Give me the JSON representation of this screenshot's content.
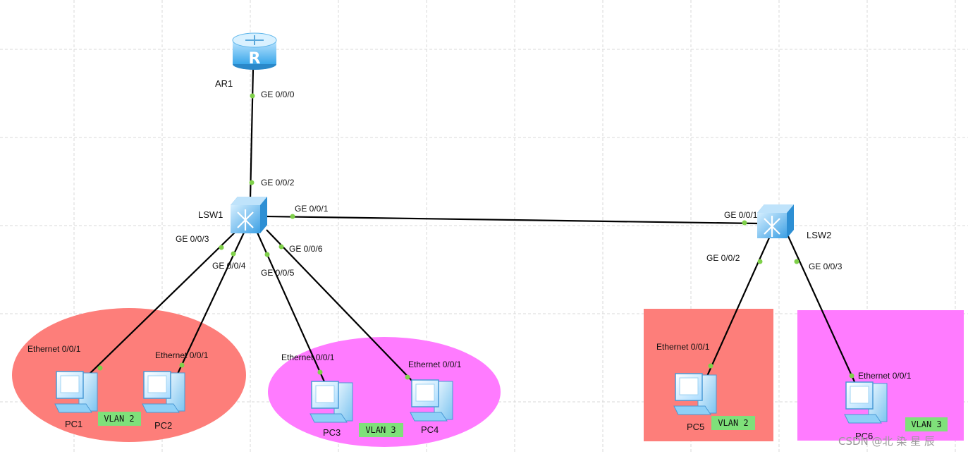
{
  "devices": {
    "ar1": "AR1",
    "lsw1": "LSW1",
    "lsw2": "LSW2",
    "pc1": "PC1",
    "pc2": "PC2",
    "pc3": "PC3",
    "pc4": "PC4",
    "pc5": "PC5",
    "pc6": "PC6"
  },
  "ports": {
    "ar1_ge000": "GE 0/0/0",
    "lsw1_ge002": "GE 0/0/2",
    "lsw1_ge001": "GE 0/0/1",
    "lsw1_ge003": "GE 0/0/3",
    "lsw1_ge004": "GE 0/0/4",
    "lsw1_ge005": "GE 0/0/5",
    "lsw1_ge006": "GE 0/0/6",
    "lsw2_ge001": "GE 0/0/1",
    "lsw2_ge002": "GE 0/0/2",
    "lsw2_ge003": "GE 0/0/3",
    "pc1_eth": "Ethernet 0/0/1",
    "pc2_eth": "Ethernet 0/0/1",
    "pc3_eth": "Ethernet 0/0/1",
    "pc4_eth": "Ethernet 0/0/1",
    "pc5_eth": "Ethernet 0/0/1",
    "pc6_eth": "Ethernet 0/0/1"
  },
  "vlans": {
    "group1": "VLAN 2",
    "group2": "VLAN 3",
    "group3": "VLAN 2",
    "group4": "VLAN 3"
  },
  "colors": {
    "vlan2_area": "#fd7e7a",
    "vlan3_area": "#ff7bff",
    "vlan_tag": "#7fe07a",
    "link": "#000000",
    "port_dot": "#7fd04a",
    "grid": "#d8d8d8"
  },
  "watermark": "CSDN @北 染 星 辰"
}
